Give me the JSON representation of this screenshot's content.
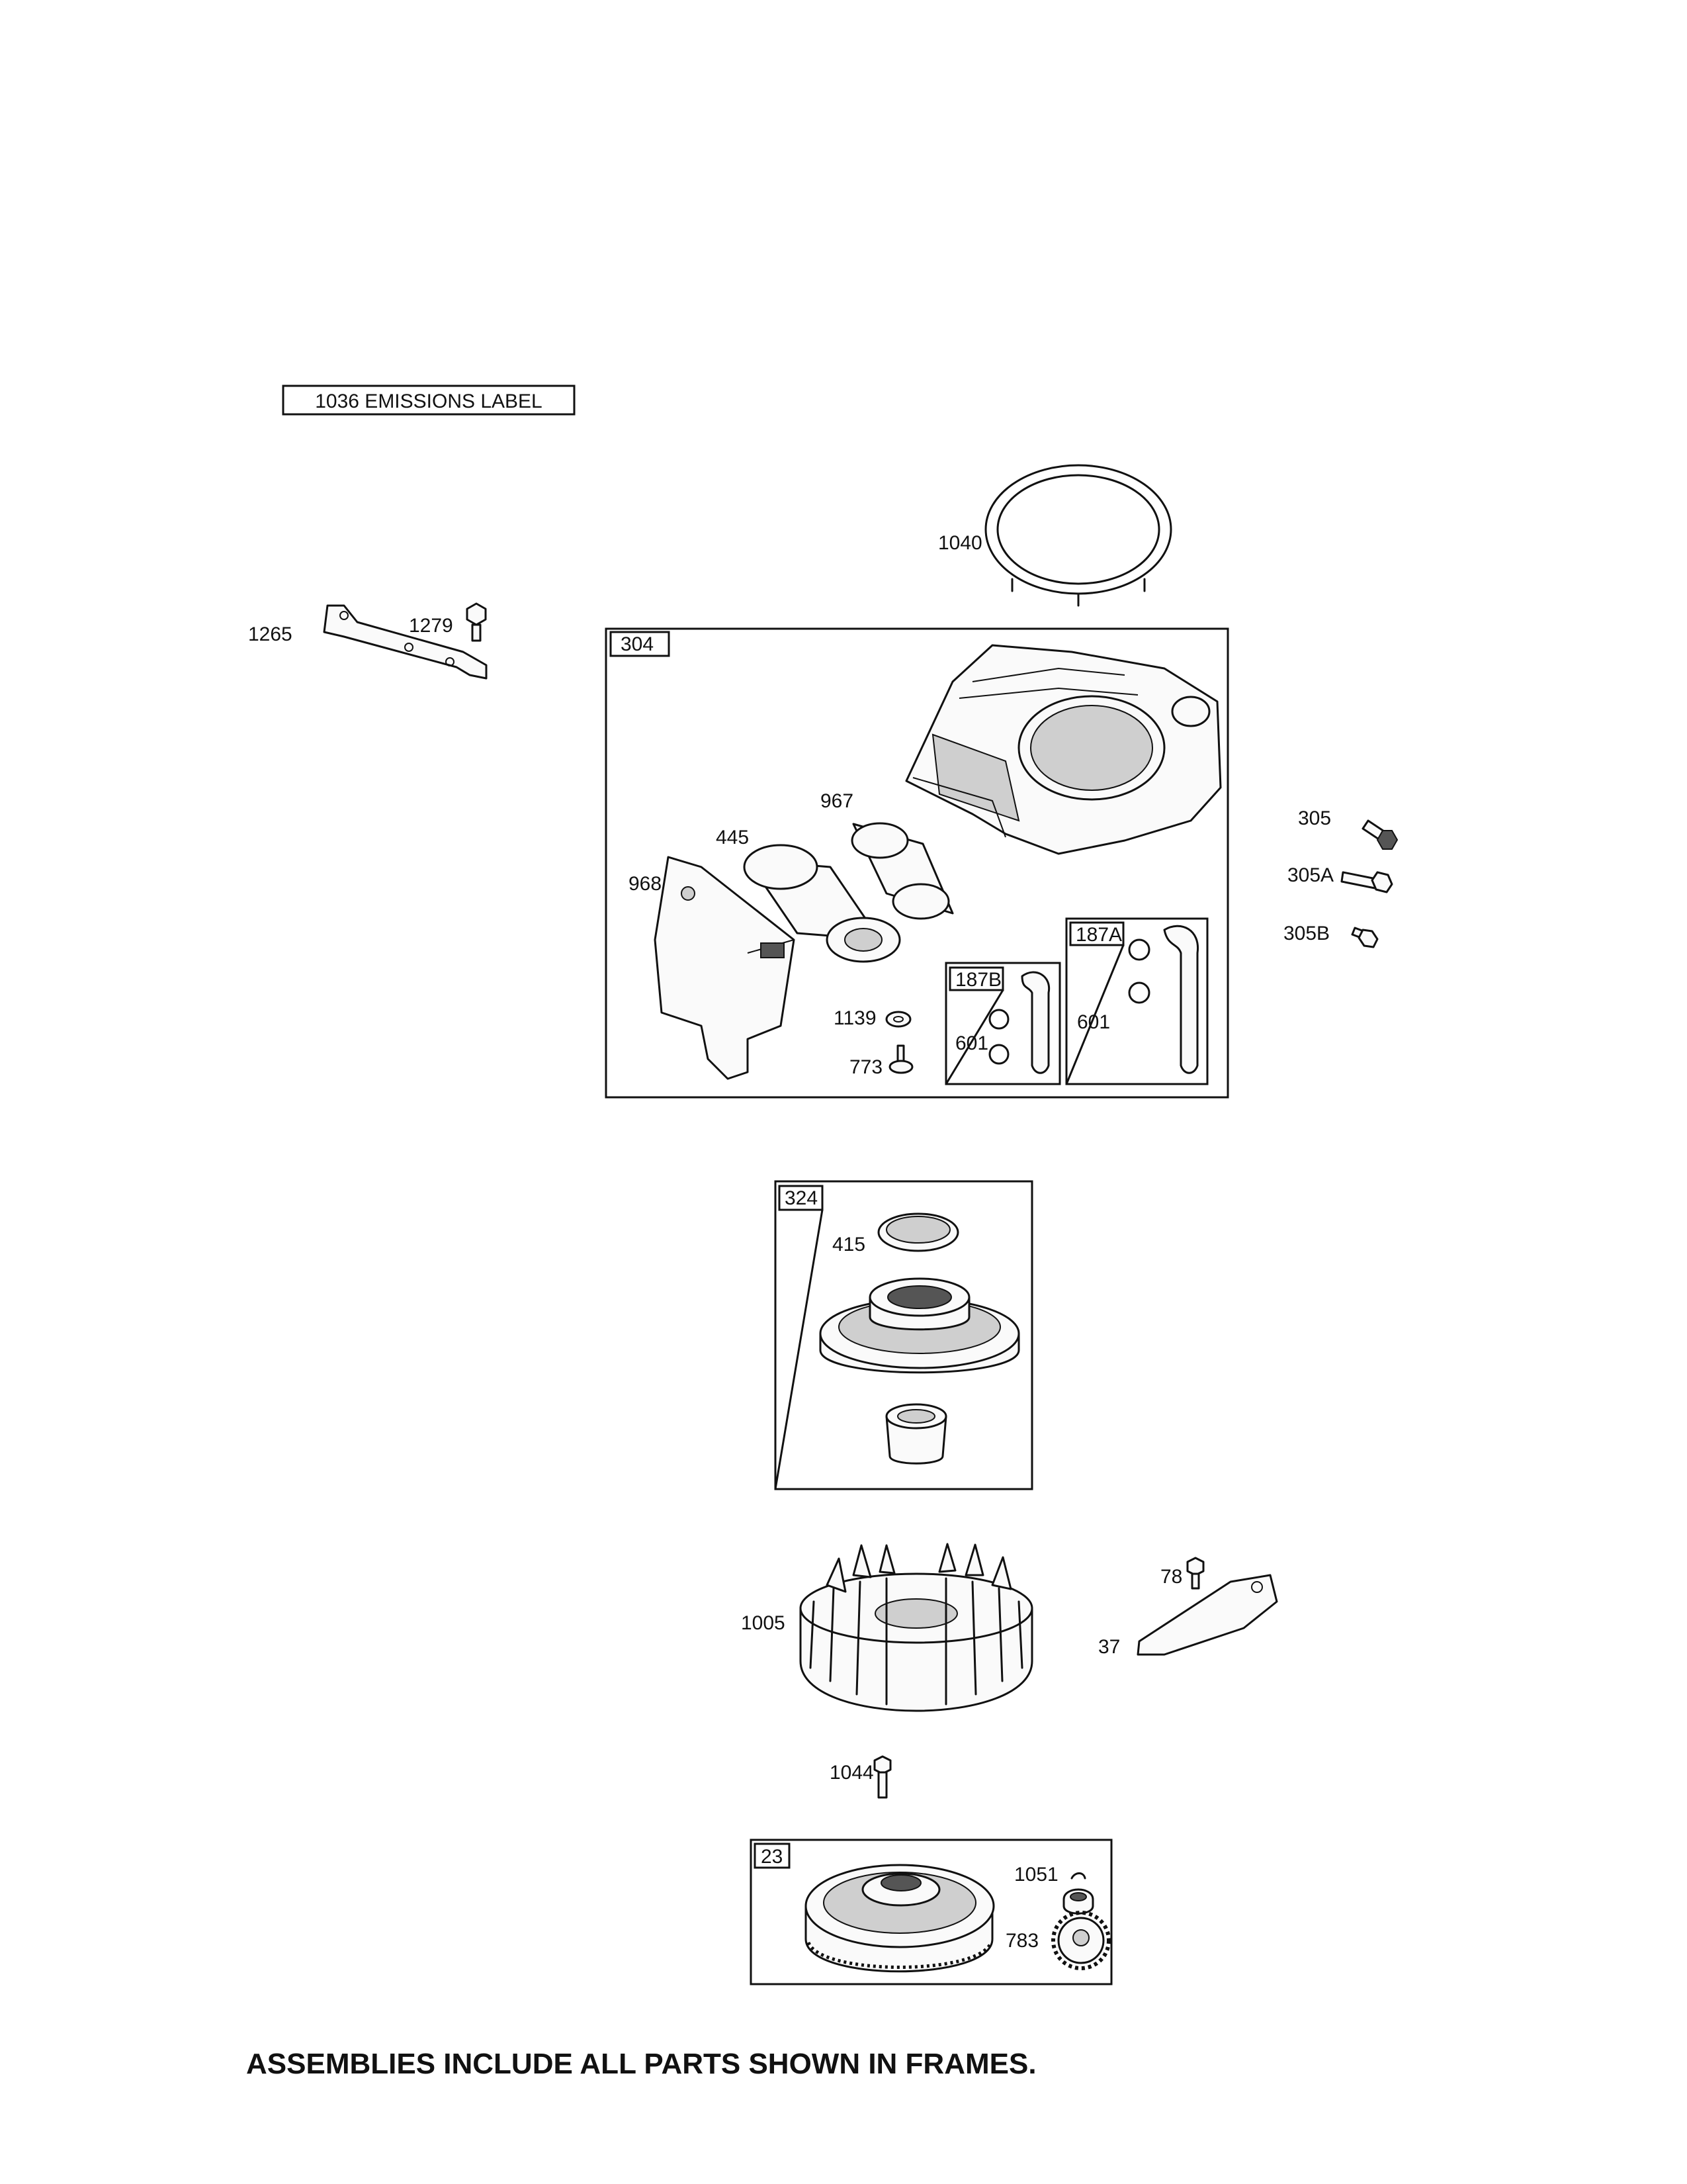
{
  "labels": {
    "emissions": "1036 EMISSIONS LABEL",
    "p1040": "1040",
    "p1265": "1265",
    "p1279": "1279",
    "p304": "304",
    "p967": "967",
    "p445": "445",
    "p968": "968",
    "p305": "305",
    "p305a": "305A",
    "p305b": "305B",
    "p187b": "187B",
    "p187a": "187A",
    "p601a": "601",
    "p601b": "601",
    "p1139": "1139",
    "p773": "773",
    "p324": "324",
    "p415": "415",
    "p1005": "1005",
    "p78": "78",
    "p37": "37",
    "p1044": "1044",
    "p23": "23",
    "p1051": "1051",
    "p783": "783"
  },
  "footer": {
    "note": "ASSEMBLIES INCLUDE ALL PARTS SHOWN IN FRAMES."
  }
}
